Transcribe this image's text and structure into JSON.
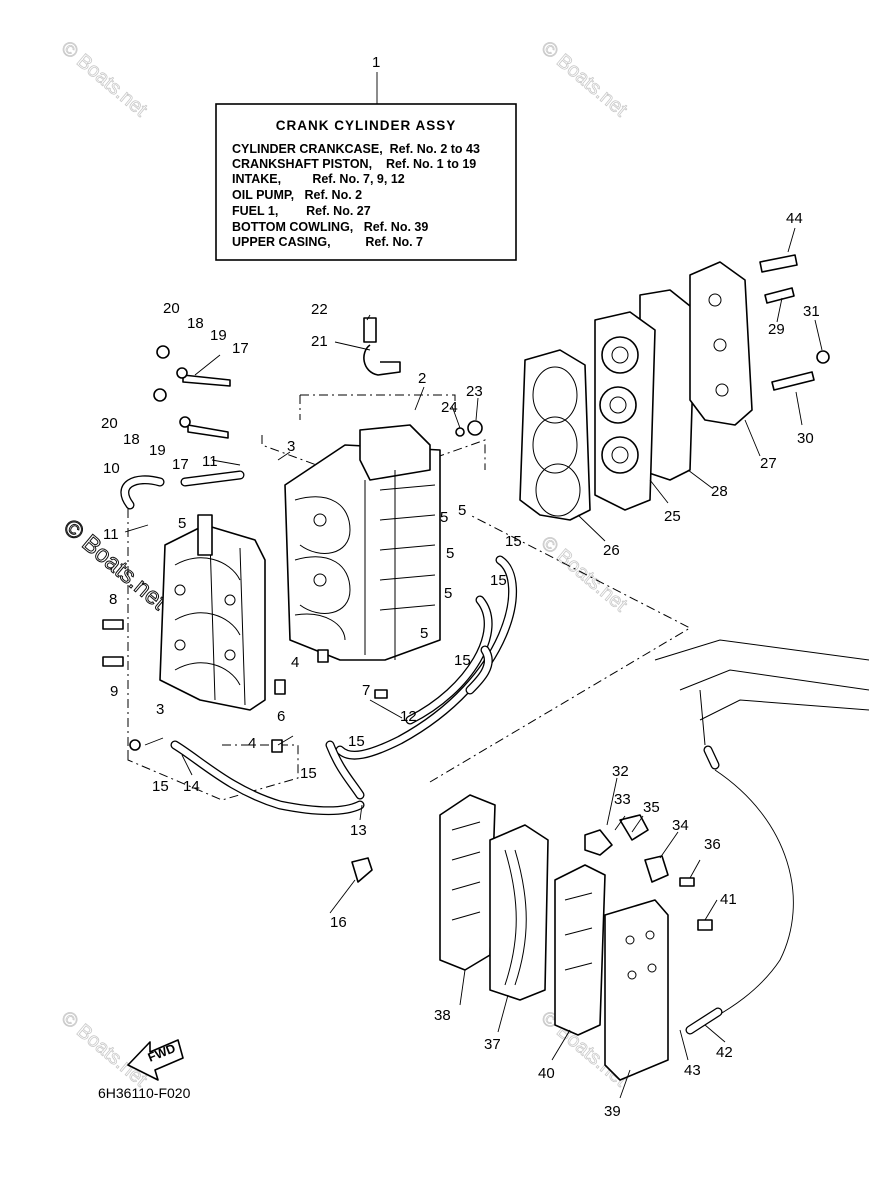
{
  "info_box": {
    "title": "CRANK CYLINDER ASSY",
    "lines": [
      "CYLINDER CRANKCASE,  Ref. No. 2 to 43",
      "CRANKSHAFT PISTON,    Ref. No. 1 to 19",
      "INTAKE,         Ref. No. 7, 9, 12",
      "OIL PUMP,   Ref. No. 2",
      "FUEL 1,        Ref. No. 27",
      "BOTTOM COWLING,   Ref. No. 39",
      "UPPER CASING,          Ref. No. 7"
    ]
  },
  "diagram_code": "6H36110-F020",
  "fwd_label": "FWD",
  "watermark": "© Boats.net",
  "callouts": [
    "1",
    "2",
    "3",
    "3",
    "4",
    "4",
    "5",
    "5",
    "5",
    "5",
    "5",
    "5",
    "6",
    "7",
    "8",
    "9",
    "10",
    "11",
    "11",
    "12",
    "13",
    "14",
    "15",
    "15",
    "15",
    "15",
    "15",
    "15",
    "16",
    "17",
    "17",
    "18",
    "18",
    "19",
    "19",
    "20",
    "20",
    "21",
    "22",
    "23",
    "24",
    "25",
    "26",
    "27",
    "28",
    "29",
    "30",
    "31",
    "32",
    "33",
    "34",
    "35",
    "36",
    "37",
    "38",
    "39",
    "40",
    "41",
    "42",
    "43",
    "44"
  ]
}
